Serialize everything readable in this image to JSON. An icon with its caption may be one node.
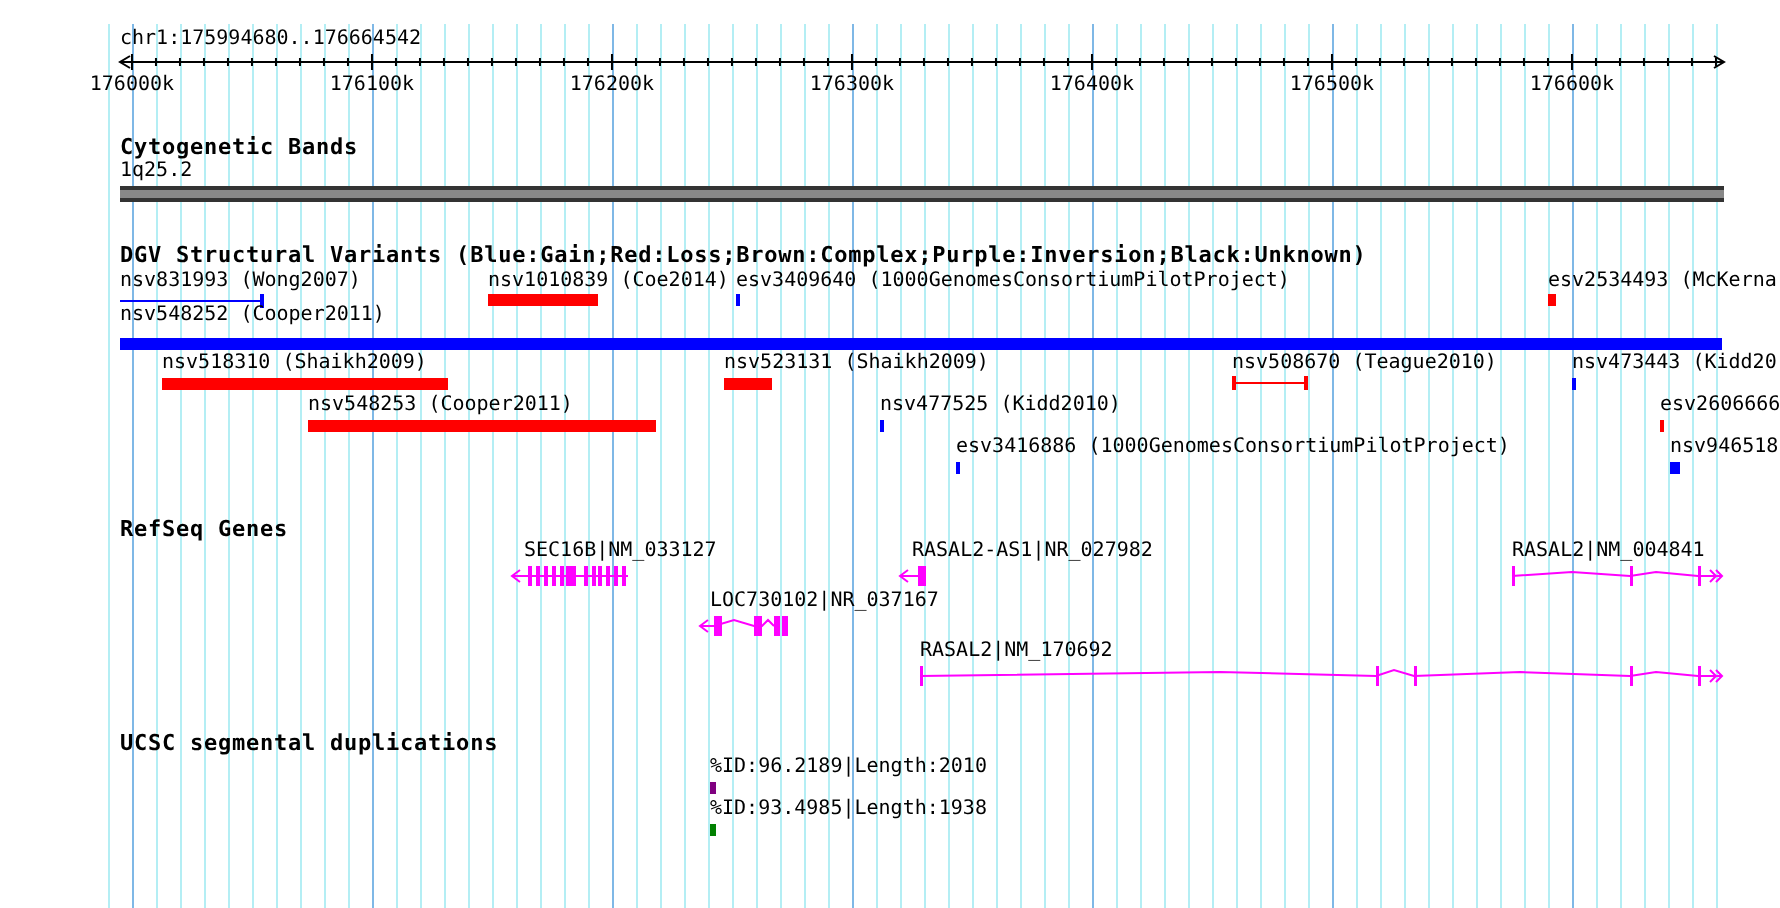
{
  "diagram": {
    "nodes": [
      {
        "text": [
          "Cytogenetic Bands"
        ]
      },
      {
        "text": [
          "1q25.2"
        ],
        "in": 0
      },
      {
        "text": [
          "DGV Structural Variants (Blue:Gain;Red:Loss;Brown:Complex;Purple:Inversion;Black:Unknown)"
        ]
      },
      {
        "text": [
          "nsv831993 (Wong2007)"
        ],
        "in": 2
      },
      {
        "text": [
          "nsv1010839 (Coe2014)"
        ],
        "in": 2
      },
      {
        "text": [
          "esv3409640 (1000GenomesConsortiumPilotProject)"
        ],
        "in": 2
      },
      {
        "text": [
          "esv2534493 (McKerna"
        ],
        "in": 2
      },
      {
        "text": [
          "nsv548252 (Cooper2011)"
        ],
        "in": 2
      },
      {
        "text": [
          "nsv518310 (Shaikh2009)"
        ],
        "in": 2
      },
      {
        "text": [
          "nsv523131 (Shaikh2009)"
        ],
        "in": 2
      },
      {
        "text": [
          "nsv508670 (Teague2010)"
        ],
        "in": 2
      },
      {
        "text": [
          "nsv473443 (Kidd20"
        ],
        "in": 2
      },
      {
        "text": [
          "nsv548253 (Cooper2011)"
        ],
        "in": 2
      },
      {
        "text": [
          "nsv477525 (Kidd2010)"
        ],
        "in": 2
      },
      {
        "text": [
          "esv2606666"
        ],
        "in": 2
      },
      {
        "text": [
          "esv3416886 (1000GenomesConsortiumPilotProject)"
        ],
        "in": 2
      },
      {
        "text": [
          "nsv946518"
        ],
        "in": 2
      },
      {
        "text": [
          "RefSeq Genes"
        ]
      },
      {
        "text": [
          "SEC16B|NM_033127"
        ],
        "in": 17
      },
      {
        "text": [
          "RASAL2-AS1|NR_027982"
        ],
        "in": 17
      },
      {
        "text": [
          "RASAL2|NM_004841"
        ],
        "in": 17
      },
      {
        "text": [
          "LOC730102|NR_037167"
        ],
        "in": 17
      },
      {
        "text": [
          "RASAL2|NM_170692"
        ],
        "in": 17
      },
      {
        "text": [
          "UCSC segmental duplications"
        ]
      },
      {
        "text": [
          "%ID:96.2189|Length:2010"
        ],
        "in": 23
      },
      {
        "text": [
          "%ID:93.4985|Length:1938"
        ],
        "in": 23
      }
    ],
    "labels": [
      "chr1:175994680..176664542",
      "176000k",
      "176100k",
      "176200k",
      "176300k",
      "176400k",
      "176500k",
      "176600k"
    ]
  }
}
